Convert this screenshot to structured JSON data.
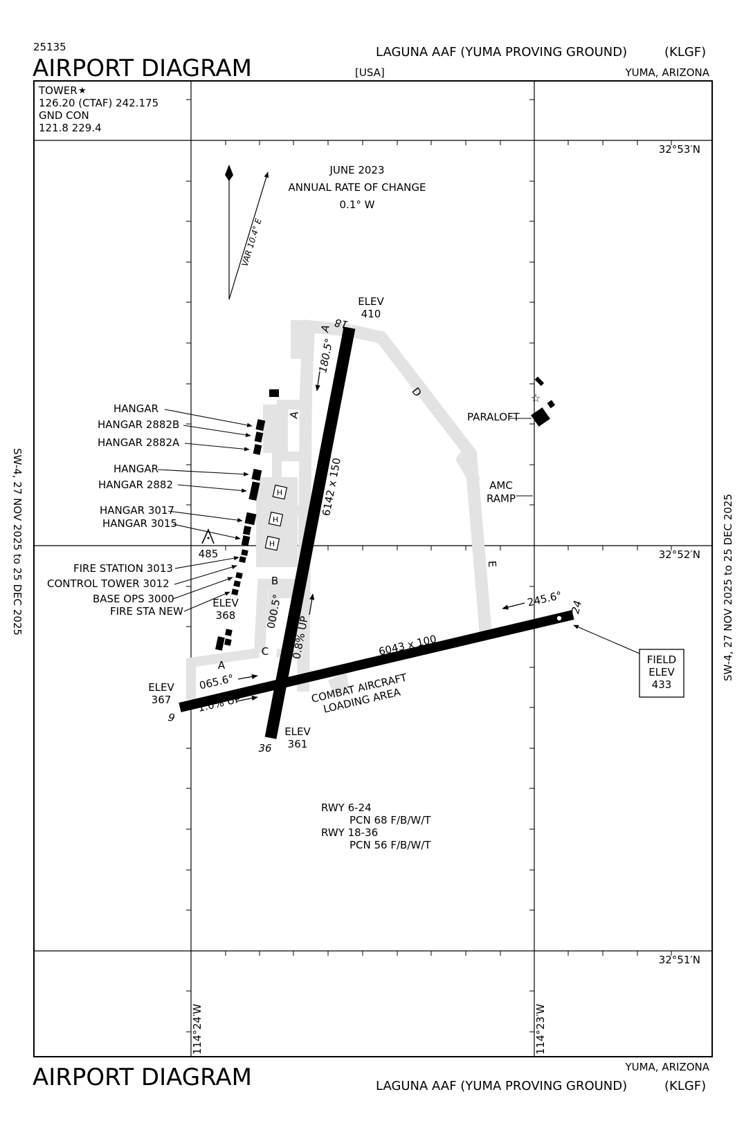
{
  "header": {
    "proc_number": "25135",
    "title": "AIRPORT DIAGRAM",
    "airport_name": "LAGUNA AAF (YUMA PROVING GROUND)",
    "airport_id": "(KLGF)",
    "country": "[USA]",
    "city_state": "YUMA, ARIZONA"
  },
  "footer": {
    "title": "AIRPORT DIAGRAM",
    "city_state": "YUMA, ARIZONA",
    "airport_name": "LAGUNA AAF (YUMA PROVING GROUND)",
    "airport_id": "(KLGF)"
  },
  "comm": {
    "tower_label": "TOWER",
    "tower_freqs": "126.20 (CTAF) 242.175",
    "gnd_label": "GND CON",
    "gnd_freqs": "121.8  229.4"
  },
  "validity": {
    "left": "SW-4,  27 NOV 2025  to  25 DEC 2025",
    "right": "SW-4,  27 NOV 2025  to  25 DEC 2025"
  },
  "coords": {
    "lat_top": "32°53′N",
    "lat_mid": "32°52′N",
    "lat_bottom": "32°51′N",
    "lon_left": "114°24′W",
    "lon_right": "114°23′W"
  },
  "magvar": {
    "date": "JUNE 2023",
    "rate_label": "ANNUAL RATE OF CHANGE",
    "rate_value": "0.1°  W",
    "var_label": "VAR 10.4° E"
  },
  "runways": {
    "rwy_18_36": {
      "dims": "6142 x 150",
      "end_18": "18",
      "end_36": "36",
      "heading_18": "180.5°",
      "heading_36": "000.5°",
      "gradient": "0.8% UP",
      "elev_18_label": "ELEV",
      "elev_18": "410",
      "elev_36_label": "ELEV",
      "elev_36": "361"
    },
    "rwy_6_24": {
      "dims": "6043 x 100",
      "end_6": "6",
      "end_24": "24",
      "heading_6": "065.6°",
      "heading_24": "245.6°",
      "gradient": "1.0% UP",
      "elev_6_label": "ELEV",
      "elev_6": "367"
    }
  },
  "field_elev": {
    "line1": "FIELD",
    "line2": "ELEV",
    "value": "433"
  },
  "elev_368": {
    "label": "ELEV",
    "value": "368"
  },
  "obstacle": {
    "value": "485"
  },
  "taxiways": {
    "a1": "A",
    "a2": "A",
    "a3": "A",
    "b": "B",
    "c": "C",
    "d": "D",
    "e": "E"
  },
  "buildings": {
    "hangar_1": "HANGAR",
    "hangar_2882b": "HANGAR 2882B",
    "hangar_2882a": "HANGAR 2882A",
    "hangar_2": "HANGAR",
    "hangar_2882": "HANGAR 2882",
    "hangar_3017": "HANGAR 3017",
    "hangar_3015": "HANGAR 3015",
    "fire_station_3013": "FIRE STATION 3013",
    "control_tower_3012": "CONTROL TOWER 3012",
    "base_ops_3000": "BASE OPS 3000",
    "fire_sta_new": "FIRE STA NEW",
    "paraloft": "PARALOFT",
    "amc_ramp_1": "AMC",
    "amc_ramp_2": "RAMP",
    "combat_1": "COMBAT AIRCRAFT",
    "combat_2": "LOADING AREA",
    "helipad": "H"
  },
  "pcn": {
    "rwy_6_24": "RWY 6-24",
    "rwy_6_24_pcn": "PCN 68 F/B/W/T",
    "rwy_18_36": "RWY 18-36",
    "rwy_18_36_pcn": "PCN 56 F/B/W/T"
  },
  "colors": {
    "ink": "#000000",
    "taxiway": "#e3e3e3",
    "paper": "#ffffff"
  }
}
